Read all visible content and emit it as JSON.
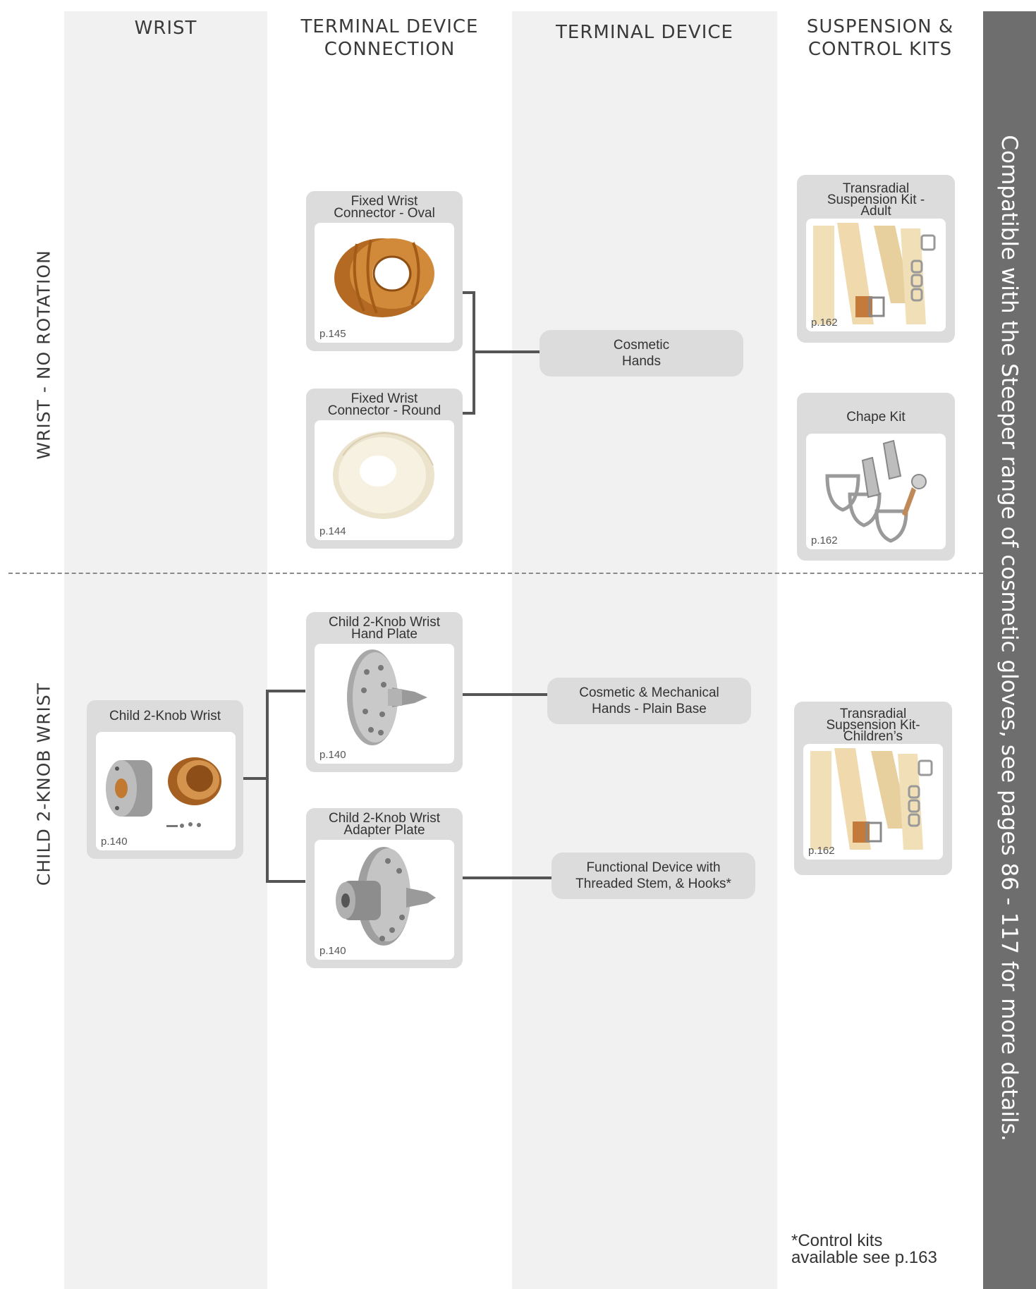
{
  "columns": {
    "wrist": "WRIST",
    "terminal_connection": "TERMINAL DEVICE\nCONNECTION",
    "terminal_device": "TERMINAL DEVICE",
    "suspension": "SUSPENSION &\nCONTROL KITS"
  },
  "rows": {
    "top": "WRIST - NO ROTATION",
    "bottom": "CHILD 2-KNOB WRIST"
  },
  "side_note": "Compatible with the Steeper range of cosmetic gloves, see pages 86 - 117 for more details.",
  "cards": {
    "oval": {
      "title": "Fixed Wrist\nConnector - Oval",
      "page": "p.145"
    },
    "round": {
      "title": "Fixed Wrist\nConnector - Round",
      "page": "p.144"
    },
    "child_wrist": {
      "title": "Child 2-Knob Wrist",
      "page": "p.140"
    },
    "hand_plate": {
      "title": "Child 2-Knob Wrist\nHand Plate",
      "page": "p.140"
    },
    "adapter_plate": {
      "title": "Child 2-Knob Wrist\nAdapter Plate",
      "page": "p.140"
    },
    "susp_adult": {
      "title": "Transradial\nSuspension Kit -\nAdult",
      "page": "p.162"
    },
    "chape": {
      "title": "Chape Kit",
      "page": "p.162"
    },
    "susp_child": {
      "title": "Transradial\nSupsension Kit-\nChildren’s",
      "page": "p.162"
    }
  },
  "pills": {
    "cosmetic": "Cosmetic\nHands",
    "cos_mech": "Cosmetic & Mechanical\nHands - Plain Base",
    "functional": "Functional Device with\nThreaded Stem, & Hooks*"
  },
  "footnote": "*Control kits\navailable see p.163",
  "colors": {
    "column_bg": "#f1f1f1",
    "card_bg": "#dcdcdc",
    "side_bar": "#6e6e6e",
    "connector": "#555555"
  }
}
